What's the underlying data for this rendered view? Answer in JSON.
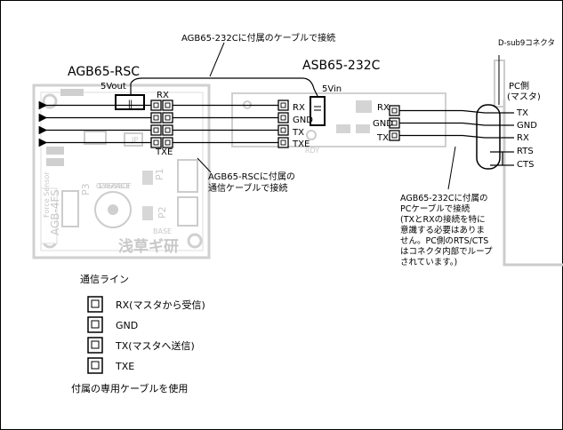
{
  "title_cable_top": "AGB65-232Cに付属のケーブルで接続",
  "dsub_label": "D-sub9コネクタ",
  "left_board": {
    "name": "AGB65-RSC",
    "vout": "5Vout",
    "pins": [
      "RX",
      "TXE"
    ],
    "silk": {
      "p1": "P1",
      "p2": "P2",
      "p3": "P3",
      "force": "Force Sensor",
      "model": "AGB-4FS",
      "base": "BASE",
      "dial": "0123456789ABCDEF",
      "maker": "浅草ギ研",
      "jp": "JP"
    }
  },
  "middle_board": {
    "name": "ASB65-232C",
    "vin": "5Vin",
    "left_pins": [
      "RX",
      "GND",
      "TX",
      "TXE"
    ],
    "right_pins": [
      "RX",
      "GND",
      "TX"
    ],
    "rdy": "RDY"
  },
  "pc": {
    "label_line1": "PC側",
    "label_line2": "(マスタ)",
    "pins": [
      "TX",
      "GND",
      "RX",
      "RTS",
      "CTS"
    ]
  },
  "note_rsc_cable": [
    "AGB65-RSCに付属の",
    "通信ケーブルで接続"
  ],
  "note_pc_cable": [
    "AGB65-232Cに付属の",
    "PCケーブルで接続",
    "(TXとRXの接続を特に",
    "意識する必要はありま",
    "せん。PC側のRTS/CTS",
    "はコネクタ内部でループ",
    "されています。)"
  ],
  "legend": {
    "title": "通信ライン",
    "items": [
      "RX(マスタから受信)",
      "GND",
      "TX(マスタへ送信)",
      "TXE"
    ],
    "footer": "付属の専用ケーブルを使用"
  }
}
